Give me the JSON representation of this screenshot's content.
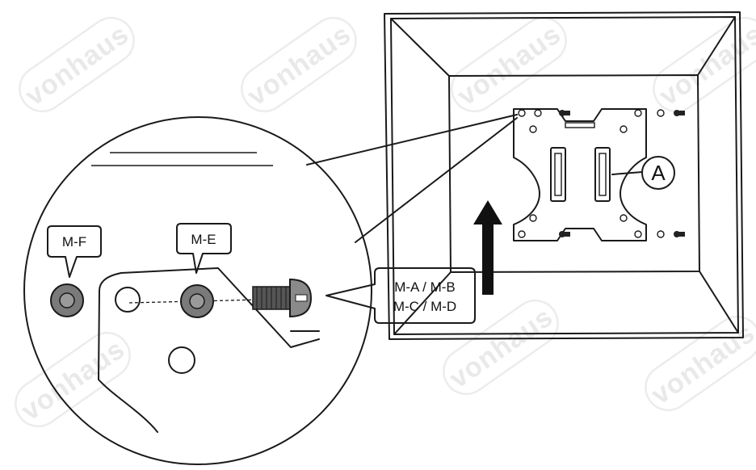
{
  "watermark": {
    "text": "vonhaus"
  },
  "callouts": {
    "m_f": "M-F",
    "m_e": "M-E",
    "screws_line1": "M-A / M-B",
    "screws_line2": "M-C / M-D",
    "plate": "A"
  },
  "colors": {
    "line": "#1a1a1a",
    "washer_fill": "#7a7a7a",
    "watermark": "#e9e9e9"
  },
  "icons": [
    "upward-arrow-icon",
    "screw-icon",
    "washer-icon"
  ]
}
